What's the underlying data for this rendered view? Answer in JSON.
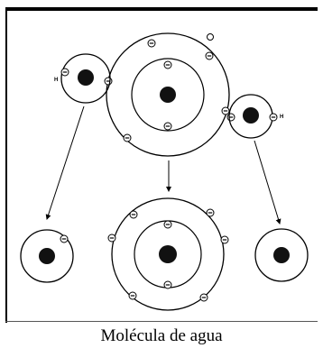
{
  "caption": "Molécula de agua",
  "labels": {
    "hydrogen_left": "H",
    "hydrogen_right": "H"
  },
  "colors": {
    "ink": "#000000",
    "background": "#ffffff"
  }
}
